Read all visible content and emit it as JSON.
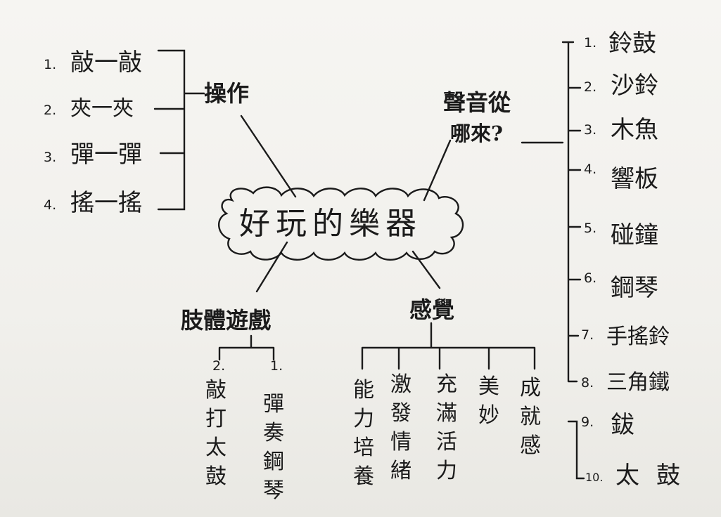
{
  "center": "好玩的樂器",
  "operation": {
    "label": "操作",
    "items": [
      {
        "num": "1.",
        "text": "敲一敲"
      },
      {
        "num": "2.",
        "text": "夾一夾"
      },
      {
        "num": "3.",
        "text": "彈一彈"
      },
      {
        "num": "4.",
        "text": "搖一搖"
      }
    ]
  },
  "sound": {
    "label_line1": "聲音從",
    "label_line2": "哪來?",
    "items": [
      {
        "num": "1.",
        "text": "鈴鼓"
      },
      {
        "num": "2.",
        "text": "沙鈴"
      },
      {
        "num": "3.",
        "text": "木魚"
      },
      {
        "num": "4.",
        "text": "響板"
      },
      {
        "num": "5.",
        "text": "碰鐘"
      },
      {
        "num": "6.",
        "text": "鋼琴"
      },
      {
        "num": "7.",
        "text": "手搖鈴"
      },
      {
        "num": "8.",
        "text": "三角鐵"
      },
      {
        "num": "9.",
        "text": "鈸"
      },
      {
        "num": "10.",
        "text": "太鼓"
      }
    ]
  },
  "body_game": {
    "label": "肢體遊戲",
    "items": [
      {
        "num": "2.",
        "text": "敲打太鼓"
      },
      {
        "num": "1.",
        "text": "彈奏鋼琴"
      }
    ]
  },
  "feeling": {
    "label": "感覺",
    "items": [
      "能力培養",
      "激發情緒",
      "充滿活力",
      "美妙",
      "成就感"
    ]
  }
}
